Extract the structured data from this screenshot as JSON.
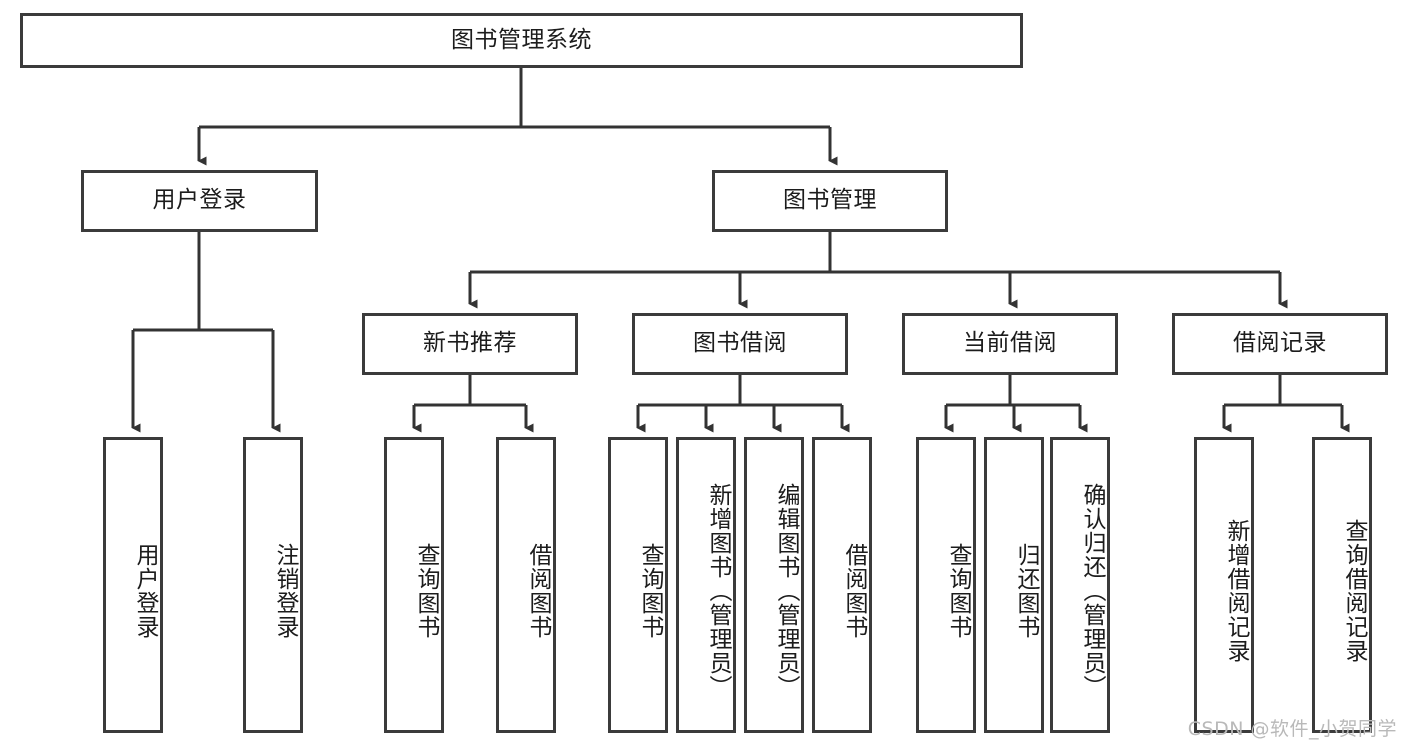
{
  "diagram": {
    "title": "图书管理系统",
    "type": "tree",
    "watermark": "CSDN @软件_小贺同学",
    "colors": {
      "box_border": "#3b3b3b",
      "box_fill": "#ffffff",
      "connector": "#333333",
      "text": "#1c1c1c",
      "watermark": "#b9b9b9",
      "background": "#ffffff"
    },
    "root": {
      "label": "图书管理系统"
    },
    "level2": [
      {
        "label": "用户登录"
      },
      {
        "label": "图书管理"
      }
    ],
    "level3": [
      {
        "label": "新书推荐"
      },
      {
        "label": "图书借阅"
      },
      {
        "label": "当前借阅"
      },
      {
        "label": "借阅记录"
      }
    ],
    "leaves": {
      "user_login": [
        {
          "label": "用户登录"
        },
        {
          "label": "注销登录"
        }
      ],
      "new_book_recommend": [
        {
          "label": "查询图书"
        },
        {
          "label": "借阅图书"
        }
      ],
      "book_borrow": [
        {
          "label": "查询图书"
        },
        {
          "label": "新增图书（管理员）"
        },
        {
          "label": "编辑图书（管理员）"
        },
        {
          "label": "借阅图书"
        }
      ],
      "current_borrow": [
        {
          "label": "查询图书"
        },
        {
          "label": "归还图书"
        },
        {
          "label": "确认归还（管理员）"
        }
      ],
      "borrow_record": [
        {
          "label": "新增借阅记录"
        },
        {
          "label": "查询借阅记录"
        }
      ]
    }
  }
}
